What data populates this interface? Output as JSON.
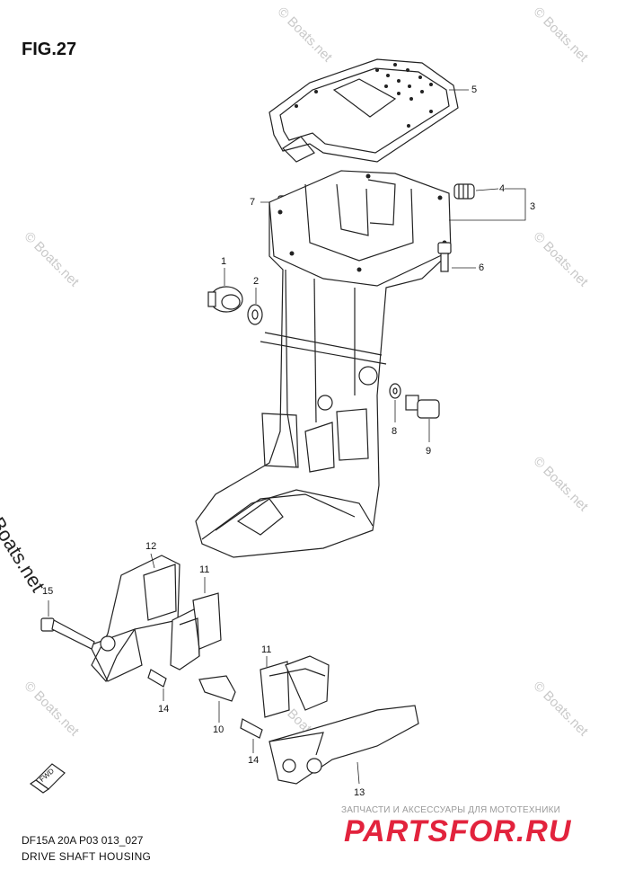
{
  "figure": {
    "title": "FIG.27",
    "model_code": "DF15A 20A P03 013_027",
    "subtitle": "DRIVE SHAFT HOUSING"
  },
  "callouts": [
    "1",
    "2",
    "3",
    "4",
    "5",
    "6",
    "7",
    "8",
    "9",
    "10",
    "11",
    "11",
    "12",
    "13",
    "14",
    "14",
    "15"
  ],
  "watermark": {
    "small": "© Boats.net",
    "large": "© Boats.net"
  },
  "shop": {
    "tagline": "ЗАПЧАСТИ И АКСЕССУАРЫ ДЛЯ МОТОТЕХНИКИ",
    "logo": "PARTSFOR.RU"
  },
  "fwd_label": "FWD",
  "colors": {
    "line": "#222222",
    "watermark": "#c9c9c9",
    "shop_logo": "#e2233d"
  }
}
